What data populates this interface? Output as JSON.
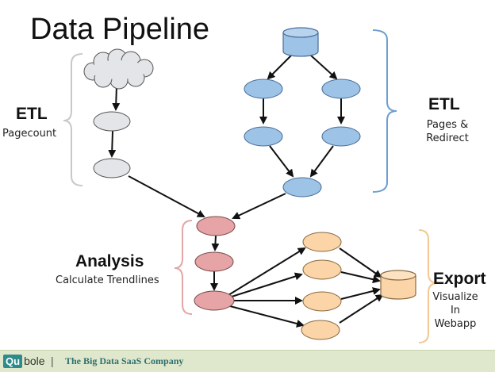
{
  "title": "Data Pipeline",
  "sections": {
    "etl_left": {
      "heading": "ETL",
      "sub": "Pagecount"
    },
    "etl_right": {
      "heading": "ETL",
      "sub_lines": [
        "Pages &",
        "Redirect"
      ]
    },
    "analysis": {
      "heading": "Analysis",
      "sub": "Calculate Trendlines"
    },
    "export": {
      "heading": "Export",
      "sub_lines": [
        "Visualize",
        "In",
        "Webapp"
      ]
    }
  },
  "footer": {
    "logo_highlight": "Qu",
    "logo_rest": "bole",
    "separator": "|",
    "tagline": "The Big Data SaaS Company"
  },
  "colors": {
    "gray_node": "#e3e5e8",
    "blue_node": "#9dc3e6",
    "red_node": "#e6a4a6",
    "orange_node": "#fbd4a8",
    "bracket_gray": "#c8c8c8",
    "bracket_blue": "#6e9fd0",
    "bracket_red": "#e3a6a6",
    "bracket_orange": "#f3c891",
    "footer_bg": "#dfe8cc"
  },
  "icons": [
    "cloud-icon",
    "database-icon",
    "database-icon"
  ]
}
